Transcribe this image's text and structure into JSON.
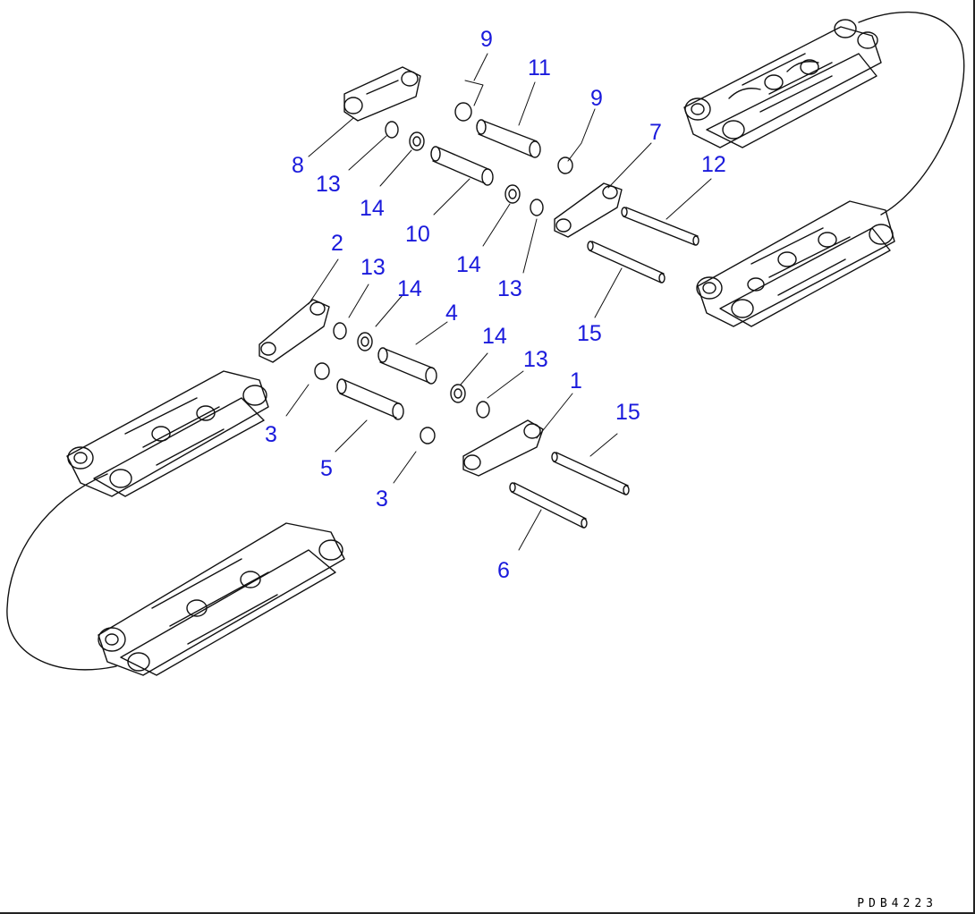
{
  "drawing_code": "PDB4223",
  "callouts": [
    {
      "id": "c9a",
      "label": "9"
    },
    {
      "id": "c11",
      "label": "11"
    },
    {
      "id": "c9b",
      "label": "9"
    },
    {
      "id": "c7",
      "label": "7"
    },
    {
      "id": "c8",
      "label": "8"
    },
    {
      "id": "c13a",
      "label": "13"
    },
    {
      "id": "c14a",
      "label": "14"
    },
    {
      "id": "c10",
      "label": "10"
    },
    {
      "id": "c12",
      "label": "12"
    },
    {
      "id": "c2",
      "label": "2"
    },
    {
      "id": "c13b",
      "label": "13"
    },
    {
      "id": "c14b",
      "label": "14"
    },
    {
      "id": "c14c",
      "label": "14"
    },
    {
      "id": "c13c",
      "label": "13"
    },
    {
      "id": "c4",
      "label": "4"
    },
    {
      "id": "c15a",
      "label": "15"
    },
    {
      "id": "c14d",
      "label": "14"
    },
    {
      "id": "c13d",
      "label": "13"
    },
    {
      "id": "c1",
      "label": "1"
    },
    {
      "id": "c15b",
      "label": "15"
    },
    {
      "id": "c3a",
      "label": "3"
    },
    {
      "id": "c5",
      "label": "5"
    },
    {
      "id": "c3b",
      "label": "3"
    },
    {
      "id": "c6",
      "label": "6"
    }
  ]
}
